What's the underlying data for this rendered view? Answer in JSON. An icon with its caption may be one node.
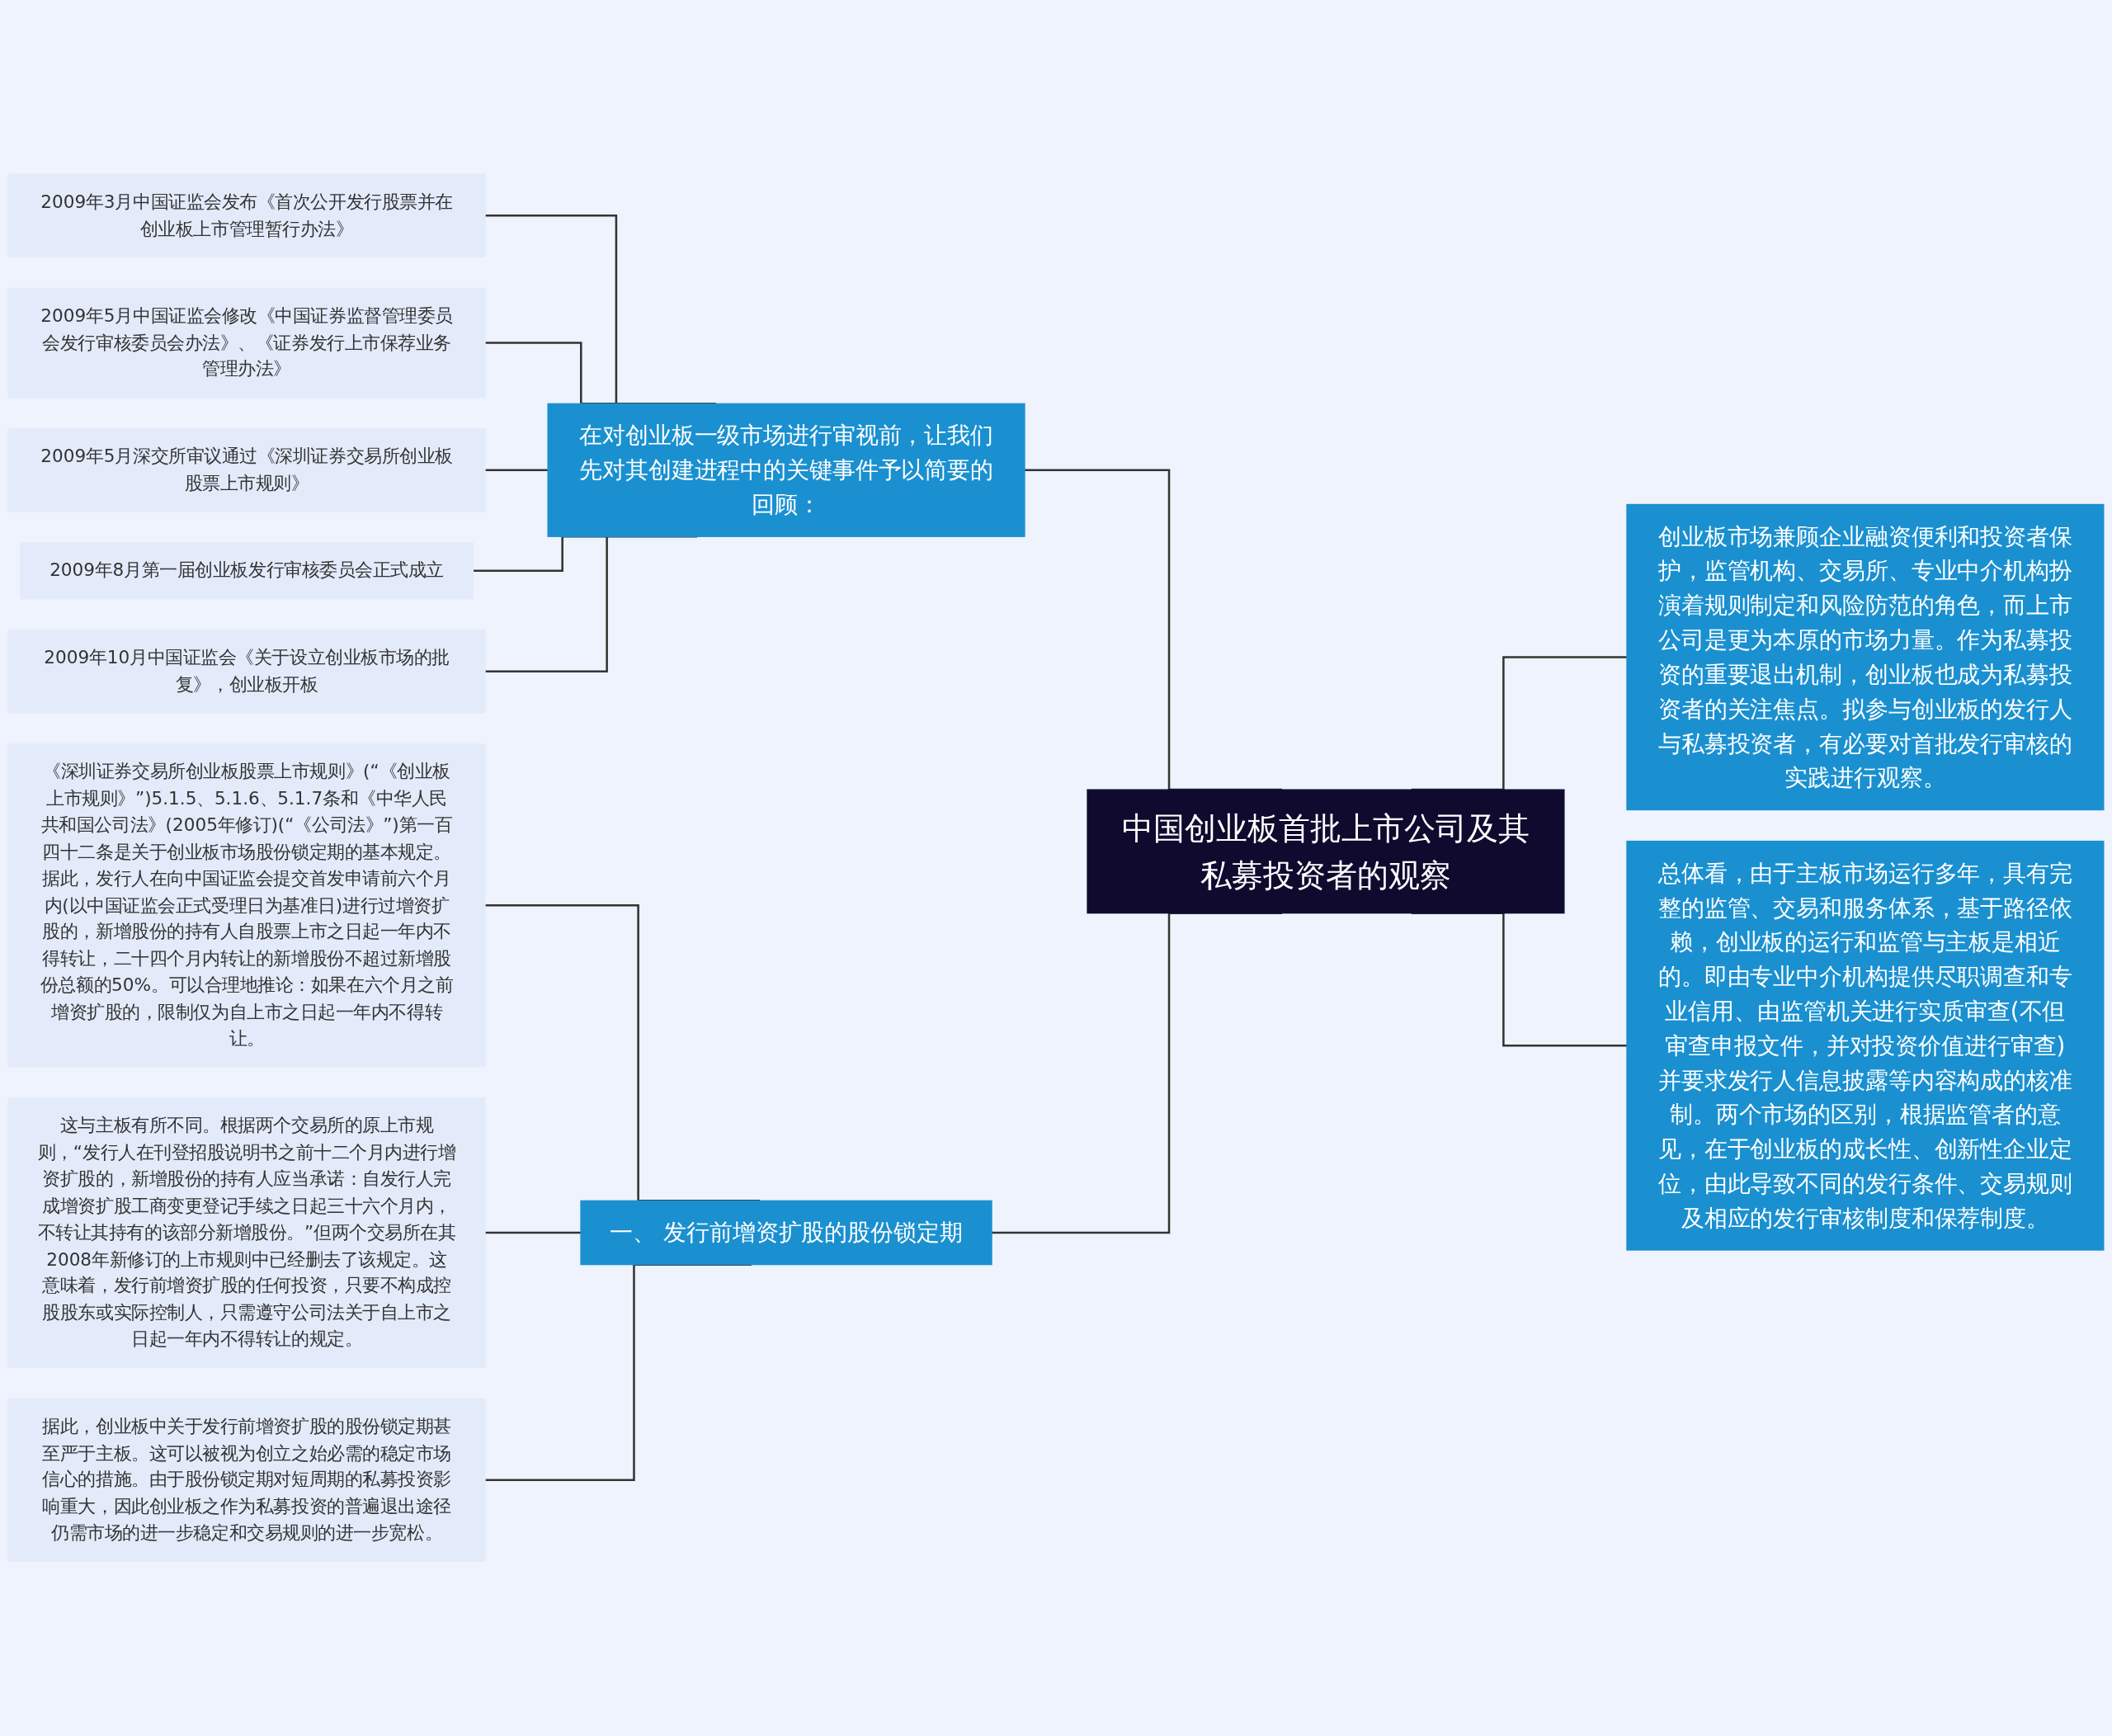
{
  "diagram": {
    "nodes": [
      {
        "text": [
          "中国创业板首批上市公司及其私募投资者的观察"
        ]
      },
      {
        "text": [
          "在对创业板一级市场进行审视前，让我们先对其创建进程中的关键事件予以简要的回顾："
        ]
      },
      {
        "text": [
          "2009年3月中国证监会发布《首次公开发行股票并在创业板上市管理暂行办法》"
        ]
      },
      {
        "text": [
          "2009年5月中国证监会修改《中国证券监督管理委员会发行审核委员会办法》、《证券发行上市保荐业务管理办法》"
        ]
      },
      {
        "text": [
          "2009年5月深交所审议通过《深圳证券交易所创业板股票上市规则》"
        ]
      },
      {
        "text": [
          "2009年8月第一届创业板发行审核委员会正式成立"
        ]
      },
      {
        "text": [
          "2009年10月中国证监会《关于设立创业板市场的批复》，创业板开板"
        ]
      },
      {
        "text": [
          "一、 发行前增资扩股的股份锁定期"
        ]
      },
      {
        "text": [
          "《深圳证券交易所创业板股票上市规则》(“《创业板上市规则》”)5.1.5、5.1.6、5.1.7条和《中华人民共和国公司法》(2005年修订)(“《公司法》”)第一百四十二条是关于创业板市场股份锁定期的基本规定。据此，发行人在向中国证监会提交首发申请前六个月内(以中国证监会正式受理日为基准日)进行过增资扩股的，新增股份的持有人自股票上市之日起一年内不得转让，二十四个月内转让的新增股份不超过新增股份总额的50%。可以合理地推论：如果在六个月之前增资扩股的，限制仅为自上市之日起一年内不得转让。"
        ]
      },
      {
        "text": [
          "这与主板有所不同。根据两个交易所的原上市规则，“发行人在刊登招股说明书之前十二个月内进行增资扩股的，新增股份的持有人应当承诺：自发行人完成增资扩股工商变更登记手续之日起三十六个月内，不转让其持有的该部分新增股份。”但两个交易所在其2008年新修订的上市规则中已经删去了该规定。这意味着，发行前增资扩股的任何投资，只要不构成控股股东或实际控制人，只需遵守公司法关于自上市之日起一年内不得转让的规定。"
        ]
      },
      {
        "text": [
          "据此，创业板中关于发行前增资扩股的股份锁定期甚至严于主板。这可以被视为创立之始必需的稳定市场信心的措施。由于股份锁定期对短周期的私募投资影响重大，因此创业板之作为私募投资的普遍退出途径仍需市场的进一步稳定和交易规则的进一步宽松。"
        ]
      },
      {
        "text": [
          "创业板市场兼顾企业融资便利和投资者保护，监管机构、交易所、专业中介机构扮演着规则制定和风险防范的角色，而上市公司是更为本原的市场力量。作为私募投资的重要退出机制，创业板也成为私募投资者的关注焦点。拟参与创业板的发行人与私募投资者，有必要对首批发行审核的实践进行观察。"
        ]
      },
      {
        "text": [
          "总体看，由于主板市场运行多年，具有完整的监管、交易和服务体系，基于路径依赖，创业板的运行和监管与主板是相近的。即由专业中介机构提供尽职调查和专业信用、由监管机关进行实质审查(不但审查申报文件，并对投资价值进行审查)并要求发行人信息披露等内容构成的核准制。两个市场的区别，根据监管者的意见，在于创业板的成长性、创新性企业定位，由此导致不同的发行条件、交易规则及相应的发行审核制度和保荐制度。"
        ]
      }
    ],
    "edges": [
      {
        "from": 0,
        "to": 1,
        "arrow": "none"
      },
      {
        "from": 1,
        "to": 2,
        "arrow": "none"
      },
      {
        "from": 1,
        "to": 3,
        "arrow": "none"
      },
      {
        "from": 1,
        "to": 4,
        "arrow": "none"
      },
      {
        "from": 1,
        "to": 5,
        "arrow": "none"
      },
      {
        "from": 1,
        "to": 6,
        "arrow": "none"
      },
      {
        "from": 0,
        "to": 7,
        "arrow": "none"
      },
      {
        "from": 7,
        "to": 8,
        "arrow": "none"
      },
      {
        "from": 7,
        "to": 9,
        "arrow": "none"
      },
      {
        "from": 7,
        "to": 10,
        "arrow": "none"
      },
      {
        "from": 0,
        "to": 11,
        "arrow": "none"
      },
      {
        "from": 0,
        "to": 12,
        "arrow": "none"
      }
    ]
  }
}
